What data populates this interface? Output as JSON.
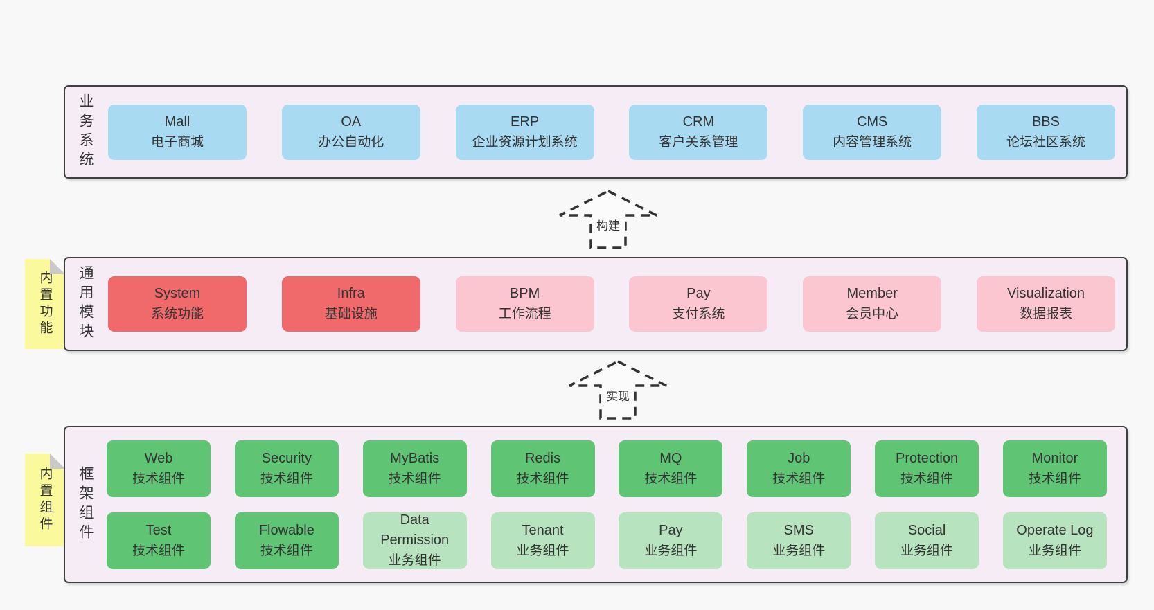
{
  "colors": {
    "page_bg": "#f8f8f8",
    "panel_bg": "#f6ecf6",
    "panel_border": "#3f3f3f",
    "tab_yellow": "#fafa9d",
    "blue": "#a8daf2",
    "red": "#f0696b",
    "pink": "#fbc6d0",
    "green": "#5fc473",
    "green_light": "#b7e4bf",
    "text": "#333333"
  },
  "layers": {
    "business": {
      "side_label": "业务系统",
      "boxes": [
        {
          "name": "Mall",
          "desc": "电子商城",
          "variant": "blue"
        },
        {
          "name": "OA",
          "desc": "办公自动化",
          "variant": "blue"
        },
        {
          "name": "ERP",
          "desc": "企业资源计划系统",
          "variant": "blue"
        },
        {
          "name": "CRM",
          "desc": "客户关系管理",
          "variant": "blue"
        },
        {
          "name": "CMS",
          "desc": "内容管理系统",
          "variant": "blue"
        },
        {
          "name": "BBS",
          "desc": "论坛社区系统",
          "variant": "blue"
        }
      ]
    },
    "modules": {
      "side_label": "通用模块",
      "tab_label": "内置功能",
      "boxes": [
        {
          "name": "System",
          "desc": "系统功能",
          "variant": "red"
        },
        {
          "name": "Infra",
          "desc": "基础设施",
          "variant": "red"
        },
        {
          "name": "BPM",
          "desc": "工作流程",
          "variant": "pink"
        },
        {
          "name": "Pay",
          "desc": "支付系统",
          "variant": "pink"
        },
        {
          "name": "Member",
          "desc": "会员中心",
          "variant": "pink"
        },
        {
          "name": "Visualization",
          "desc": "数据报表",
          "variant": "pink"
        }
      ]
    },
    "components": {
      "side_label": "框架组件",
      "tab_label": "内置组件",
      "row1": [
        {
          "name": "Web",
          "desc": "技术组件",
          "variant": "green"
        },
        {
          "name": "Security",
          "desc": "技术组件",
          "variant": "green"
        },
        {
          "name": "MyBatis",
          "desc": "技术组件",
          "variant": "green"
        },
        {
          "name": "Redis",
          "desc": "技术组件",
          "variant": "green"
        },
        {
          "name": "MQ",
          "desc": "技术组件",
          "variant": "green"
        },
        {
          "name": "Job",
          "desc": "技术组件",
          "variant": "green"
        },
        {
          "name": "Protection",
          "desc": "技术组件",
          "variant": "green"
        },
        {
          "name": "Monitor",
          "desc": "技术组件",
          "variant": "green"
        }
      ],
      "row2": [
        {
          "name": "Test",
          "desc": "技术组件",
          "variant": "green"
        },
        {
          "name": "Flowable",
          "desc": "技术组件",
          "variant": "green"
        },
        {
          "name": "Data Permission",
          "desc": "业务组件",
          "variant": "green-light"
        },
        {
          "name": "Tenant",
          "desc": "业务组件",
          "variant": "green-light"
        },
        {
          "name": "Pay",
          "desc": "业务组件",
          "variant": "green-light"
        },
        {
          "name": "SMS",
          "desc": "业务组件",
          "variant": "green-light"
        },
        {
          "name": "Social",
          "desc": "业务组件",
          "variant": "green-light"
        },
        {
          "name": "Operate Log",
          "desc": "业务组件",
          "variant": "green-light"
        }
      ]
    }
  },
  "arrows": [
    {
      "label": "构建"
    },
    {
      "label": "实现"
    }
  ]
}
